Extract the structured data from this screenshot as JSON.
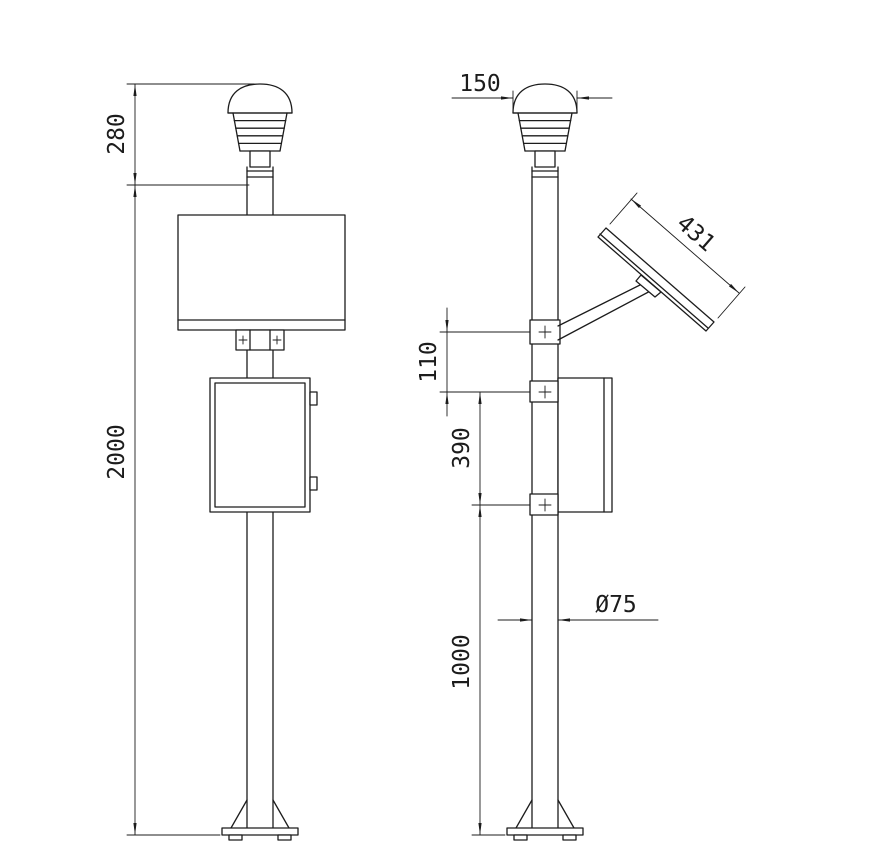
{
  "drawing": {
    "colors": {
      "background": "#ffffff",
      "line": "#1c1c1c"
    },
    "front_view": {
      "dims": {
        "sensor_height": "280",
        "pole_height": "2000"
      }
    },
    "side_view": {
      "dims": {
        "cap_width": "150",
        "solar_panel_length": "431",
        "bracket_gap": "110",
        "control_box_height": "390",
        "lower_pole_length": "1000",
        "pole_diameter": "Ø75"
      }
    }
  }
}
